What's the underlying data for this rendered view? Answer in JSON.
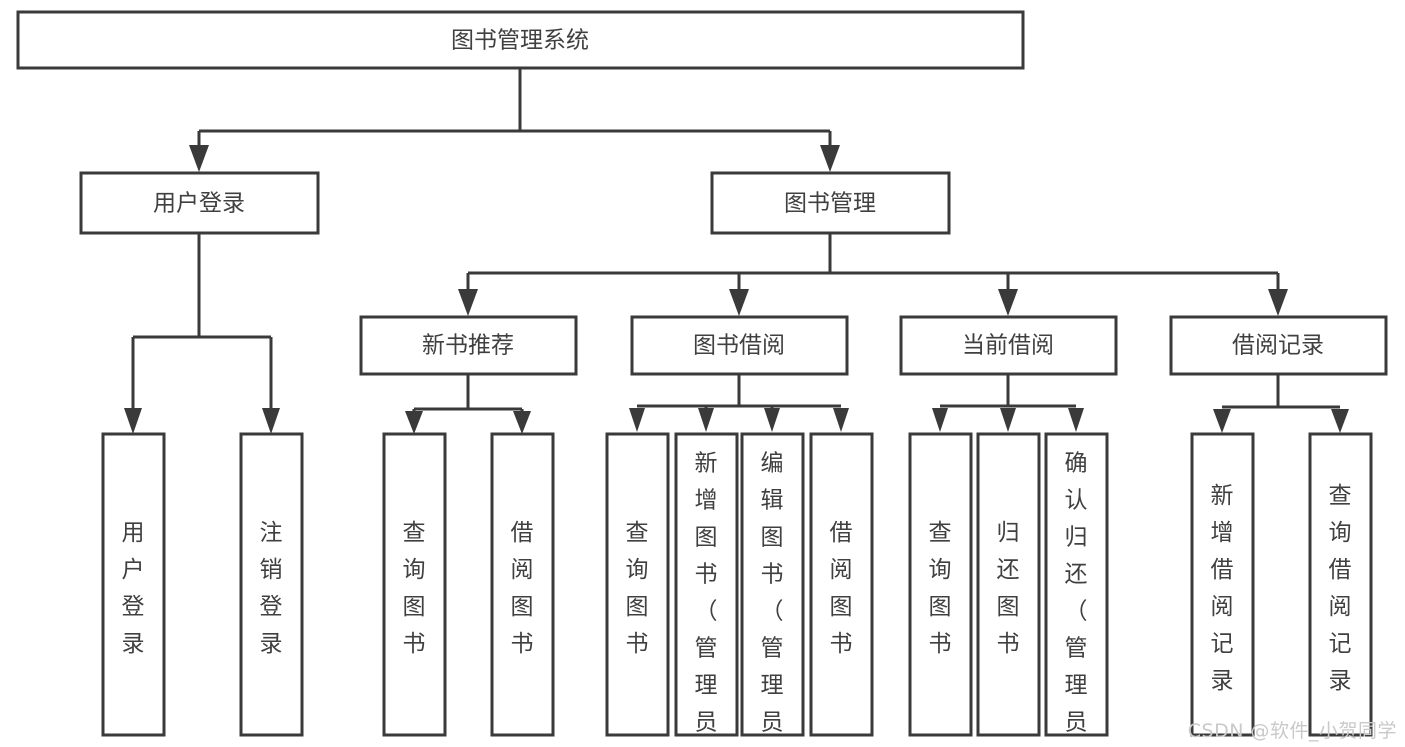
{
  "diagram": {
    "type": "hierarchy-tree",
    "title_node": {
      "id": "root",
      "label": "图书管理系统"
    },
    "level2": [
      {
        "id": "login",
        "label": "用户登录"
      },
      {
        "id": "bookmg",
        "label": "图书管理"
      }
    ],
    "level3": [
      {
        "id": "newrec",
        "label": "新书推荐",
        "parent": "bookmg"
      },
      {
        "id": "borrow",
        "label": "图书借阅",
        "parent": "bookmg"
      },
      {
        "id": "current",
        "label": "当前借阅",
        "parent": "bookmg"
      },
      {
        "id": "record",
        "label": "借阅记录",
        "parent": "bookmg"
      }
    ],
    "leaves": [
      {
        "id": "l1",
        "label": "用户登录",
        "parent": "login"
      },
      {
        "id": "l2",
        "label": "注销登录",
        "parent": "login"
      },
      {
        "id": "l3",
        "label": "查询图书",
        "parent": "newrec"
      },
      {
        "id": "l4",
        "label": "借阅图书",
        "parent": "newrec"
      },
      {
        "id": "l5",
        "label": "查询图书",
        "parent": "borrow"
      },
      {
        "id": "l6",
        "label": "新增图书（管理员）",
        "parent": "borrow"
      },
      {
        "id": "l7",
        "label": "编辑图书（管理员）",
        "parent": "borrow"
      },
      {
        "id": "l8",
        "label": "借阅图书",
        "parent": "borrow"
      },
      {
        "id": "l9",
        "label": "查询图书",
        "parent": "current"
      },
      {
        "id": "l10",
        "label": "归还图书",
        "parent": "current"
      },
      {
        "id": "l11",
        "label": "确认归还（管理员）",
        "parent": "current"
      },
      {
        "id": "l12",
        "label": "新增借阅记录",
        "parent": "record"
      },
      {
        "id": "l13",
        "label": "查询借阅记录",
        "parent": "record"
      }
    ],
    "colors": {
      "box_stroke": "#3a3a3a",
      "box_fill": "#ffffff",
      "text": "#404040",
      "connector": "#3a3a3a",
      "watermark": "#c9c9c9",
      "background": "#ffffff"
    }
  },
  "watermark": {
    "text": "CSDN @软件_小贺同学"
  }
}
